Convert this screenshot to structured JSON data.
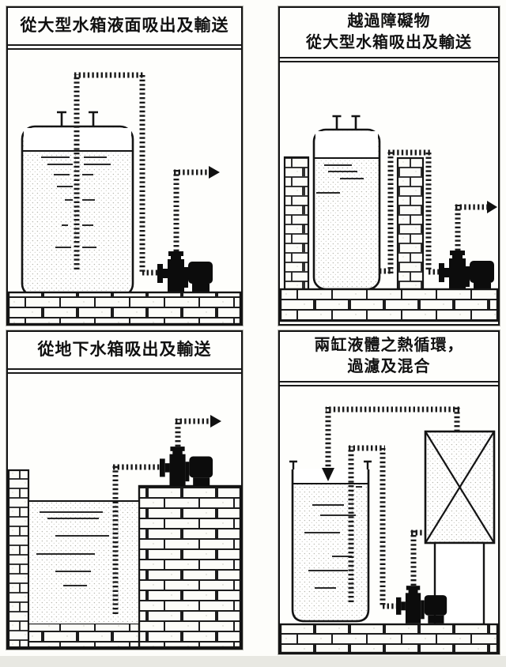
{
  "page": {
    "background": "#fdfdfa",
    "ink_color": "#141414",
    "pump_color": "#0c0c0c",
    "brick_line_color": "#1c1c1c",
    "stipple_color": "#b8b8b0"
  },
  "panels": [
    {
      "id": "suction-from-tank-surface",
      "title_lines": [
        "從大型水箱液面吸出及輸送"
      ],
      "elements": [
        "large-storage-tank",
        "vent-pipes",
        "suction-pipe-over-top",
        "pump",
        "discharge-arrow",
        "brick-floor"
      ]
    },
    {
      "id": "over-obstacle",
      "title_lines": [
        "越過障礙物",
        "從大型水箱吸出及輸送"
      ],
      "elements": [
        "brick-wall-left",
        "large-storage-tank",
        "vent-pipes",
        "suction-pipe-over-wall",
        "brick-wall-obstacle",
        "pump",
        "discharge-arrow",
        "brick-floor"
      ]
    },
    {
      "id": "underground-tank",
      "title_lines": [
        "從地下水箱吸出及輸送"
      ],
      "elements": [
        "underground-pit",
        "water",
        "suction-pipe-down",
        "brick-platform",
        "pump",
        "discharge-arrow"
      ]
    },
    {
      "id": "two-tank-circulation",
      "title_lines": [
        "兩缸液體之熱循環，",
        "過濾及混合"
      ],
      "elements": [
        "open-tank",
        "transfer-pipes",
        "pump",
        "filter-unit",
        "filter-stand",
        "return-pipe-with-arrow",
        "brick-floor"
      ]
    }
  ]
}
